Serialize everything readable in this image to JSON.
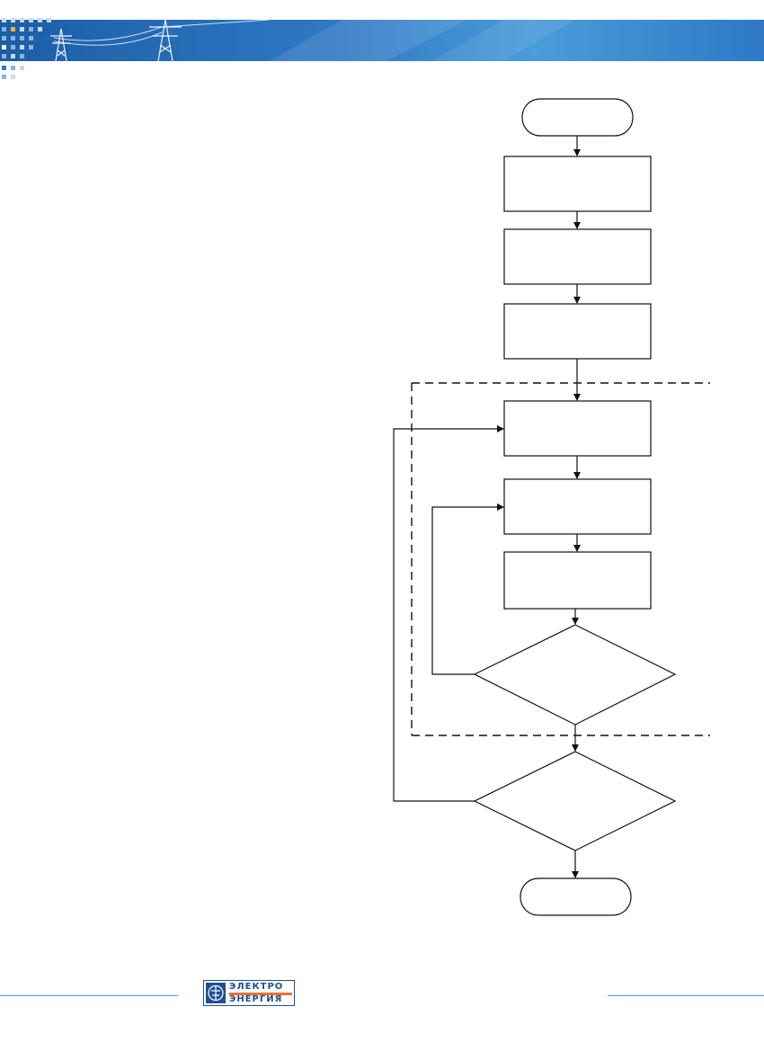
{
  "header": {
    "gradient_colors": [
      "#1b5ea6",
      "#2f79c4",
      "#4a9cda",
      "#2e78c6"
    ],
    "dot_colors": [
      "#c9d9ee",
      "#f3b23c",
      "#8cb3e0"
    ],
    "icons": [
      "power-pylon-icon",
      "power-pylon-icon"
    ]
  },
  "flowchart": {
    "nodes": [
      {
        "id": "start",
        "shape": "terminator",
        "label": ""
      },
      {
        "id": "step-1",
        "shape": "process",
        "label": ""
      },
      {
        "id": "step-2",
        "shape": "process",
        "label": ""
      },
      {
        "id": "step-3",
        "shape": "process",
        "label": ""
      },
      {
        "id": "step-4",
        "shape": "process",
        "label": ""
      },
      {
        "id": "step-5",
        "shape": "process",
        "label": ""
      },
      {
        "id": "step-6",
        "shape": "process",
        "label": ""
      },
      {
        "id": "decision-inner",
        "shape": "decision",
        "label": ""
      },
      {
        "id": "decision-outer",
        "shape": "decision",
        "label": ""
      },
      {
        "id": "end",
        "shape": "terminator",
        "label": ""
      }
    ],
    "edges": [
      {
        "from": "start",
        "to": "step-1"
      },
      {
        "from": "step-1",
        "to": "step-2"
      },
      {
        "from": "step-2",
        "to": "step-3"
      },
      {
        "from": "step-3",
        "to": "step-4"
      },
      {
        "from": "step-4",
        "to": "step-5"
      },
      {
        "from": "step-5",
        "to": "step-6"
      },
      {
        "from": "step-6",
        "to": "decision-inner"
      },
      {
        "from": "decision-inner",
        "to": "step-5",
        "kind": "loop"
      },
      {
        "from": "decision-inner",
        "to": "decision-outer"
      },
      {
        "from": "decision-outer",
        "to": "step-4",
        "kind": "loop"
      },
      {
        "from": "decision-outer",
        "to": "end"
      }
    ],
    "groups": [
      {
        "id": "loop-region",
        "style": "dashed"
      }
    ]
  },
  "footer": {
    "logo": {
      "word1": "ЭЛЕКТРО",
      "word2": "ЭНЕРГИЯ",
      "color": "#1f4f91",
      "accent": "#e8722a"
    },
    "line_color": "#5a9ad6"
  }
}
